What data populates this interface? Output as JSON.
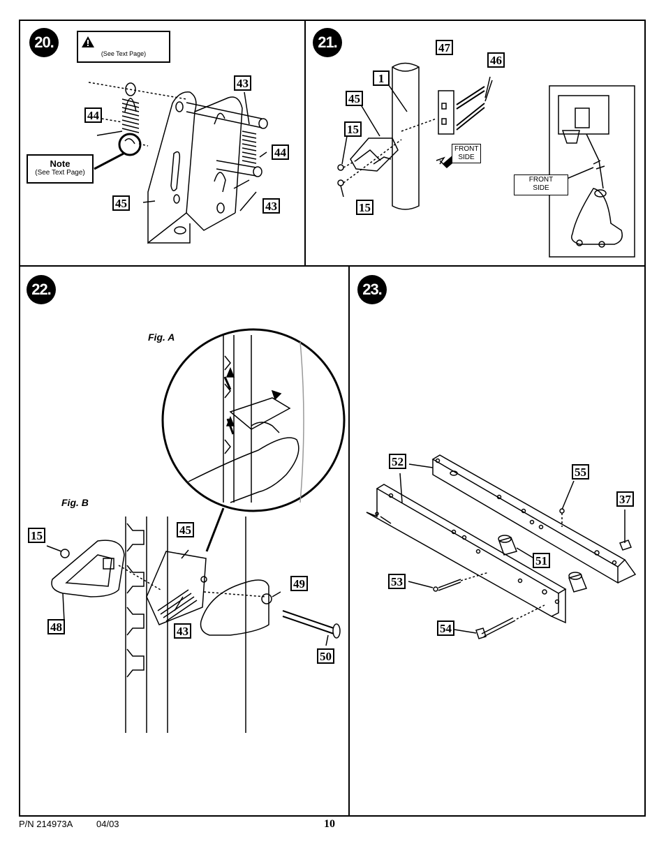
{
  "step20": {
    "number": "20.",
    "warning_text": "(See Text Page)",
    "note_title": "Note",
    "note_text": "(See Text Page)",
    "callouts": [
      "43",
      "44",
      "44",
      "45",
      "43"
    ]
  },
  "step21": {
    "number": "21.",
    "front_side_1": [
      "FRONT",
      "SIDE"
    ],
    "front_side_2": [
      "FRONT",
      "SIDE"
    ],
    "callouts": [
      "47",
      "46",
      "1",
      "45",
      "15",
      "15"
    ]
  },
  "step22": {
    "number": "22.",
    "fig_a": "Fig. A",
    "fig_b": "Fig. B",
    "callouts": [
      "45",
      "15",
      "49",
      "48",
      "43",
      "50"
    ]
  },
  "step23": {
    "number": "23.",
    "callouts": [
      "52",
      "55",
      "37",
      "51",
      "53",
      "54"
    ]
  },
  "footer": {
    "part_number": "P/N 214973A",
    "date": "04/03",
    "page_number": "10"
  },
  "icons": {
    "warning": "warning-triangle-icon"
  }
}
